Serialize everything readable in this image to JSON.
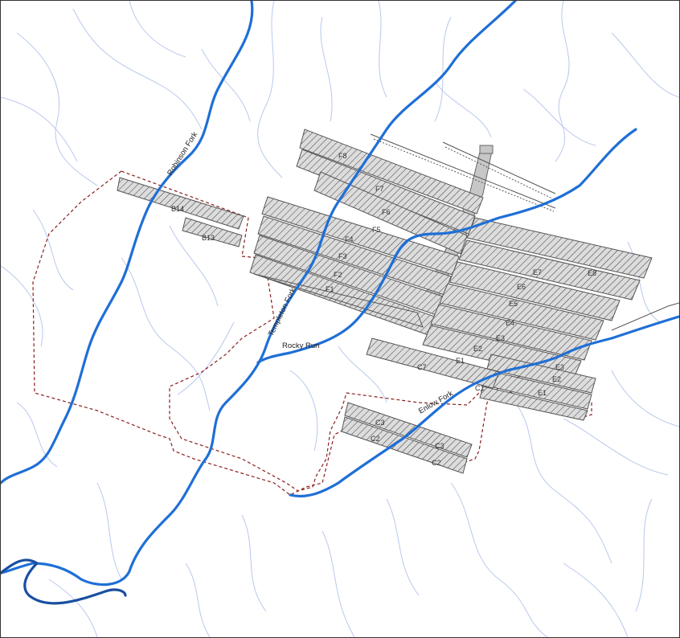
{
  "colors": {
    "major_stream": "#1f6fd6",
    "minor_stream": "#b9c8ec",
    "panel_fill": "#dcdcdc",
    "panel_outline": "#555555",
    "main_entry": "#c7c7c7",
    "permit_boundary": "#8a1f1f",
    "road": "#555555"
  },
  "stream_labels": {
    "robinson": "Robinson Fork",
    "templeton": "Templeton Fork",
    "rocky_run": "Rocky Run",
    "enlow": "Enlow Fork"
  },
  "panels": {
    "F8": "F8",
    "F7": "F7",
    "F6": "F6",
    "F5": "F5",
    "F4": "F4",
    "F3": "F3",
    "F2": "F2",
    "F1": "F1",
    "E8": "E8",
    "E7": "E7",
    "E6": "E6",
    "E5": "E5",
    "E4": "E4",
    "E3": "E3",
    "E2": "E2",
    "E1": "E1",
    "E3b": "E3",
    "E2b": "E2",
    "E1b": "E1",
    "C7": "C7",
    "C1": "C1",
    "C3": "C3",
    "C2": "C2",
    "C3b": "C3",
    "C2b": "C2",
    "B14": "B14",
    "B13": "B13"
  }
}
